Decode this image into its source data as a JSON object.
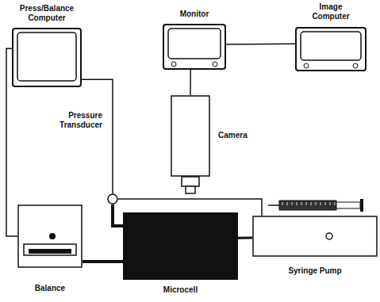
{
  "diagram": {
    "nodes": [
      {
        "text": [
          "Press/Balance Computer"
        ]
      },
      {
        "text": [
          "Monitor"
        ]
      },
      {
        "text": [
          "Image Computer"
        ]
      },
      {
        "text": [
          "Pressure Transducer"
        ]
      },
      {
        "text": [
          "Camera"
        ]
      },
      {
        "text": [
          "Balance"
        ]
      },
      {
        "text": [
          "Microcell"
        ]
      },
      {
        "text": [
          "Syringe Pump"
        ]
      }
    ],
    "edges": [
      {
        "from": 0,
        "to": 5,
        "arrow": "none"
      },
      {
        "from": 0,
        "to": 3,
        "arrow": "none"
      },
      {
        "from": 1,
        "to": 2,
        "arrow": "none"
      },
      {
        "from": 1,
        "to": 4,
        "arrow": "none"
      },
      {
        "from": 3,
        "to": 7,
        "arrow": "none"
      },
      {
        "from": 3,
        "to": 6,
        "arrow": "none"
      },
      {
        "from": 5,
        "to": 6,
        "arrow": "none"
      },
      {
        "from": 6,
        "to": 7,
        "arrow": "none"
      }
    ]
  }
}
